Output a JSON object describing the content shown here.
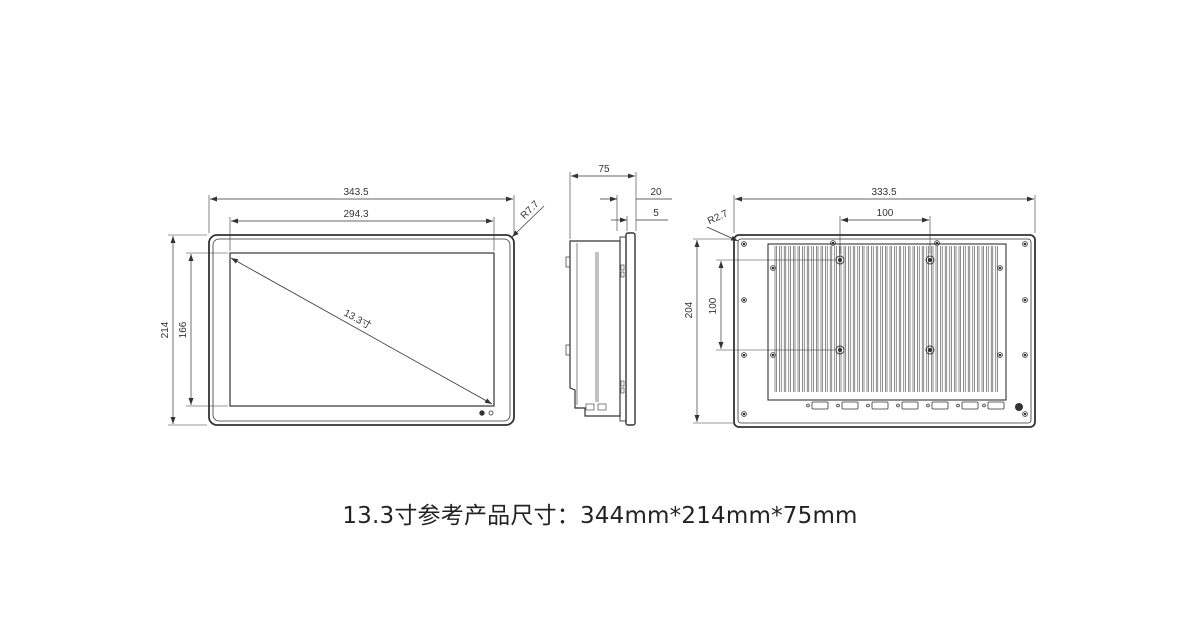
{
  "front_view": {
    "width_label": "343.5",
    "screen_width_label": "294.3",
    "height_label": "214",
    "screen_height_label": "166",
    "corner_radius_label": "R7.7",
    "diagonal_label": "13.3寸"
  },
  "side_view": {
    "depth_label": "75",
    "bezel_depth_label": "20",
    "frame_thickness_label": "5"
  },
  "back_view": {
    "width_label": "333.5",
    "height_label": "204",
    "hole_spacing_h_label": "100",
    "hole_spacing_v_label": "100",
    "corner_radius_label": "R2.7"
  },
  "caption": "13.3寸参考产品尺寸：344mm*214mm*75mm"
}
